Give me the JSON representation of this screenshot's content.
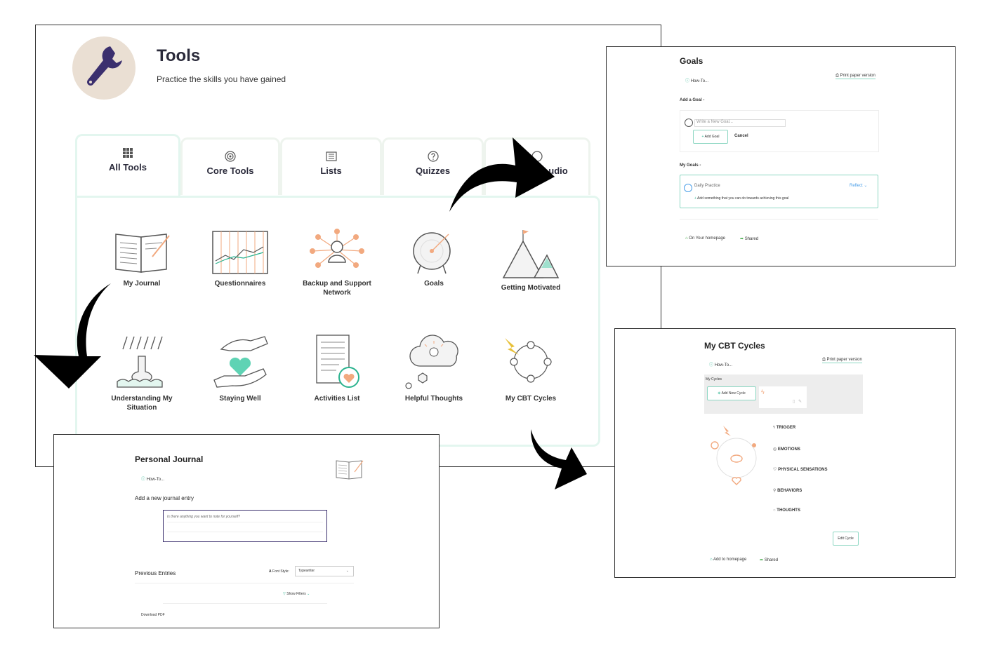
{
  "main": {
    "title": "Tools",
    "subtitle": "Practice the skills you have gained",
    "tabs": [
      {
        "label": "All Tools",
        "icon": "grid-icon"
      },
      {
        "label": "Core Tools",
        "icon": "target-icon"
      },
      {
        "label": "Lists",
        "icon": "list-icon"
      },
      {
        "label": "Quizzes",
        "icon": "question-icon"
      },
      {
        "label": "udio",
        "icon": "headphones-icon"
      }
    ],
    "tools": [
      {
        "label": "My Journal",
        "icon": "journal-icon"
      },
      {
        "label": "Questionnaires",
        "icon": "chart-icon"
      },
      {
        "label": "Backup and Support Network",
        "icon": "network-icon"
      },
      {
        "label": "Goals",
        "icon": "target-board-icon"
      },
      {
        "label": "Getting Motivated",
        "icon": "mountain-icon"
      },
      {
        "label": "Understanding My Situation",
        "icon": "rain-icon"
      },
      {
        "label": "Staying Well",
        "icon": "heart-hands-icon"
      },
      {
        "label": "Activities List",
        "icon": "list-heart-icon"
      },
      {
        "label": "Helpful Thoughts",
        "icon": "thought-cloud-icon"
      },
      {
        "label": "My CBT Cycles",
        "icon": "cycle-icon"
      }
    ]
  },
  "goals": {
    "title": "Goals",
    "howto": "How-To...",
    "print": "Print paper version",
    "add_goal_label": "Add a Goal -",
    "input_placeholder": "Write a New Goal...",
    "add_button": "Add Goal",
    "cancel": "Cancel",
    "my_goals_label": "My Goals -",
    "goal_name": "Daily Practice",
    "reflect": "Reflect",
    "add_something": "Add something that you can do towards achieving this goal",
    "homepage": "On Your homepage",
    "shared": "Shared"
  },
  "cbt": {
    "title": "My CBT Cycles",
    "howto": "How-To...",
    "print": "Print paper version",
    "my_cycles": "My Cycles",
    "add_new": "Add New Cycle",
    "legend": [
      "TRIGGER",
      "EMOTIONS",
      "PHYSICAL SENSATIONS",
      "BEHAVIORS",
      "THOUGHTS"
    ],
    "edit": "Edit Cycle",
    "homepage": "Add to homepage",
    "shared": "Shared"
  },
  "journal": {
    "title": "Personal Journal",
    "howto": "How-To...",
    "add_entry": "Add a new journal entry",
    "placeholder": "Is there anything you want to note for yourself?",
    "previous": "Previous Entries",
    "font_style_label": "Font Style:",
    "font_style_value": "Typewriter",
    "show_filters": "Show Filters",
    "download": "Download PDF"
  },
  "colors": {
    "teal": "#2bb38f",
    "accent": "#f2a97f",
    "mint": "#e3f6ef",
    "purple": "#3b2f6e"
  }
}
